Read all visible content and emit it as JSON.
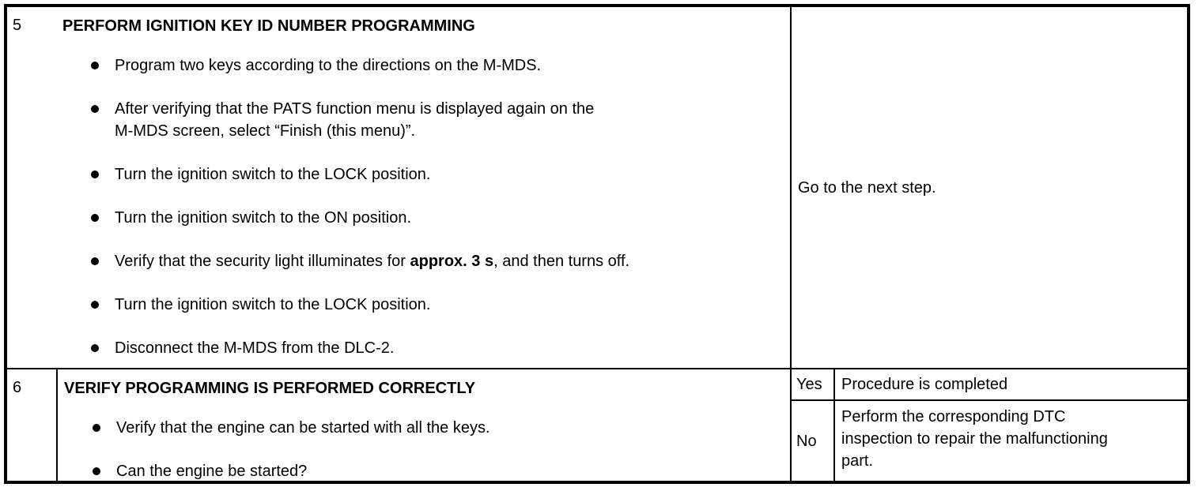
{
  "colors": {
    "text": "#000000",
    "border": "#000000",
    "background": "#ffffff"
  },
  "table": {
    "steps": [
      {
        "number": "5",
        "title": "PERFORM IGNITION KEY ID NUMBER PROGRAMMING",
        "bullets": [
          "Program two keys according to the directions on the M-MDS.",
          "After verifying that the PATS function menu is displayed again on the\nM-MDS screen, select “Finish (this menu)”.",
          "Turn the ignition switch to the LOCK position.",
          "Turn the ignition switch to the ON position.",
          {
            "pre": "Verify that the security light illuminates for ",
            "bold": "approx. 3 s",
            "post": ", and then turns off."
          },
          "Turn the ignition switch to the LOCK position.",
          "Disconnect the M-MDS from the DLC-2."
        ],
        "action": "Go to the next step."
      },
      {
        "number": "6",
        "title": "VERIFY PROGRAMMING IS PERFORMED CORRECTLY",
        "bullets": [
          "Verify that the engine can be started with all the keys.",
          "Can the engine be started?"
        ],
        "results": [
          {
            "answer": "Yes",
            "action": "Procedure is completed"
          },
          {
            "answer": "No",
            "action": "Perform the corresponding DTC\ninspection to repair the malfunctioning\npart."
          }
        ]
      }
    ]
  }
}
